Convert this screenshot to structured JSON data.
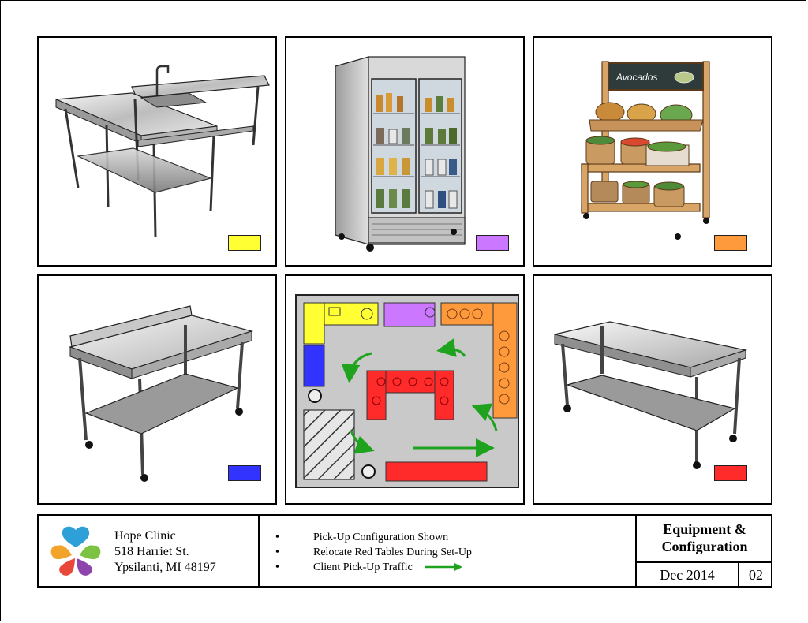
{
  "panels": [
    {
      "name": "panel-sink-table",
      "swatch": "#ffff33"
    },
    {
      "name": "panel-refrigerator",
      "swatch": "#cc77ff"
    },
    {
      "name": "panel-produce-stand",
      "swatch": "#ff9a3c"
    },
    {
      "name": "panel-backsplash-table",
      "swatch": "#3333ff"
    },
    {
      "name": "panel-floor-plan",
      "swatch": ""
    },
    {
      "name": "panel-flat-table",
      "swatch": "#ff2a2a"
    }
  ],
  "produce_sign": "Avocados",
  "colors": {
    "yellow": "#ffff33",
    "purple": "#cc77ff",
    "orange": "#ff9a3c",
    "blue": "#3333ff",
    "red": "#ff2a2a",
    "green_arrow": "#1fa31f",
    "floor": "#c9c9c9"
  },
  "clinic": {
    "name": "Hope Clinic",
    "street": "518 Harriet St.",
    "city": "Ypsilanti, MI 48197"
  },
  "notes": [
    "Pick-Up Configuration Shown",
    "Relocate Red Tables During Set-Up",
    "Client Pick-Up Traffic"
  ],
  "bullet": "•",
  "sheet": {
    "title_line1": "Equipment &",
    "title_line2": "Configuration",
    "date": "Dec 2014",
    "number": "02"
  }
}
